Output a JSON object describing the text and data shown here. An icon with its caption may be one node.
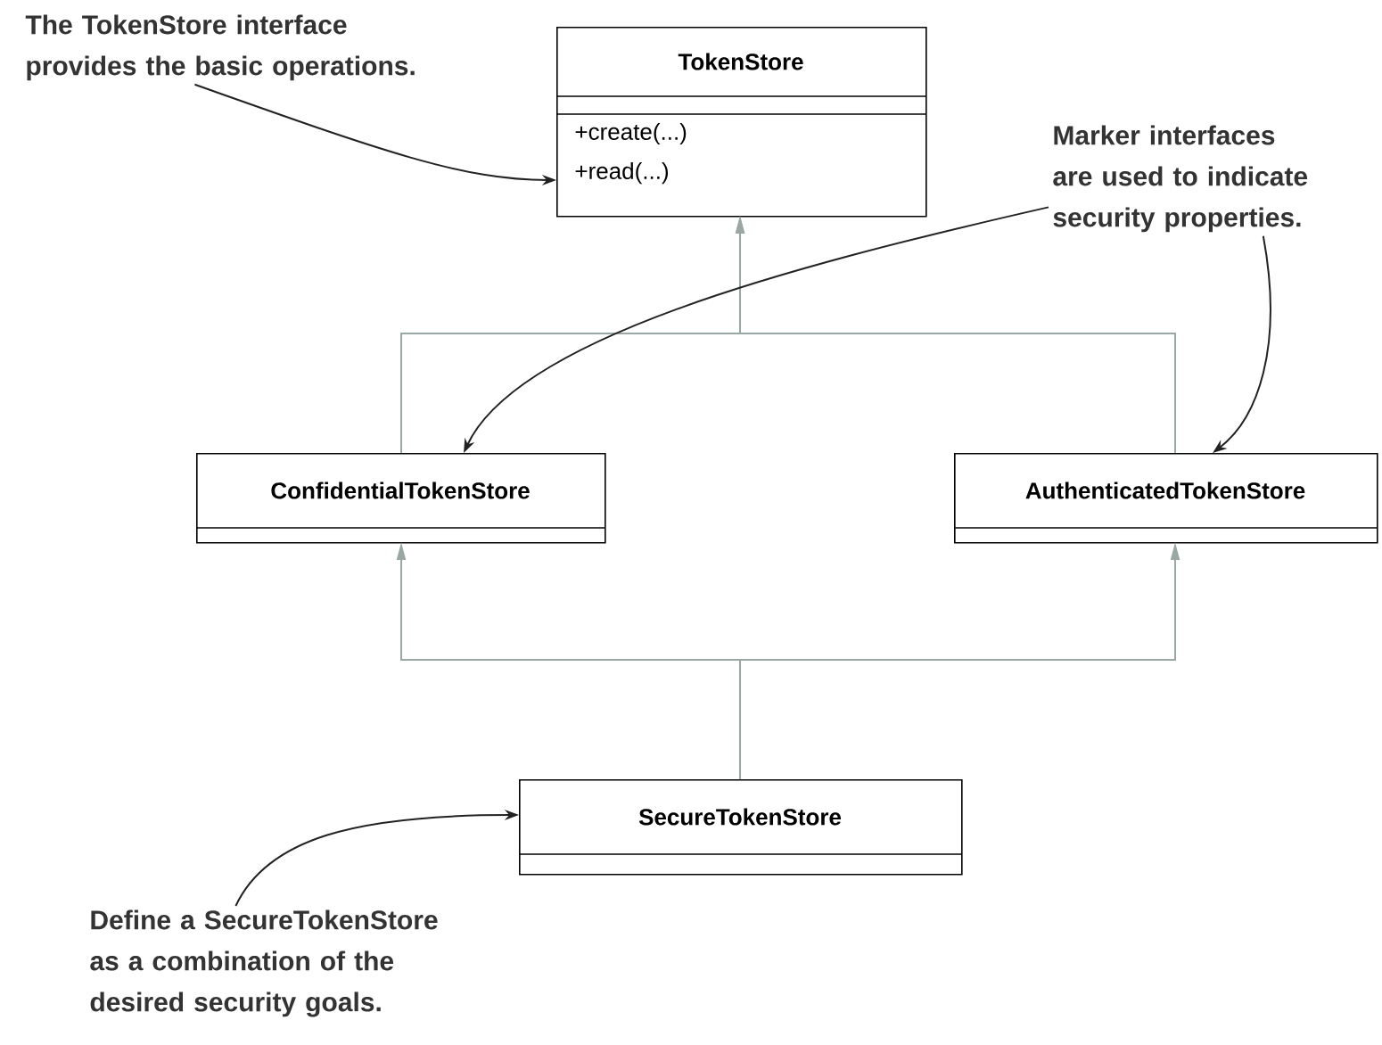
{
  "diagram": {
    "nodes": [
      {
        "text": [
          "TokenStore",
          "+create(...)",
          "+read(...)"
        ]
      },
      {
        "text": [
          "ConfidentialTokenStore"
        ]
      },
      {
        "text": [
          "AuthenticatedTokenStore"
        ]
      },
      {
        "text": [
          "SecureTokenStore"
        ]
      },
      {
        "text": [
          "The TokenStore interface provides the basic operations."
        ]
      },
      {
        "text": [
          "Marker interfaces are used to indicate security properties."
        ]
      },
      {
        "text": [
          "Define a SecureTokenStore as a combination of the desired security goals."
        ]
      }
    ],
    "edges": [
      {
        "from": 1,
        "to": 0,
        "arrow": "to",
        "color": "#9aa8a4"
      },
      {
        "from": 2,
        "to": 0,
        "arrow": "to",
        "color": "#9aa8a4"
      },
      {
        "from": 3,
        "to": 1,
        "arrow": "to",
        "color": "#9aa8a4"
      },
      {
        "from": 3,
        "to": 2,
        "arrow": "to",
        "color": "#9aa8a4"
      },
      {
        "from": 4,
        "to": 0,
        "arrow": "to",
        "color": "#222222"
      },
      {
        "from": 5,
        "to": 1,
        "arrow": "to",
        "color": "#222222"
      },
      {
        "from": 5,
        "to": 2,
        "arrow": "to",
        "color": "#222222"
      },
      {
        "from": 6,
        "to": 3,
        "arrow": "to",
        "color": "#222222"
      }
    ]
  }
}
